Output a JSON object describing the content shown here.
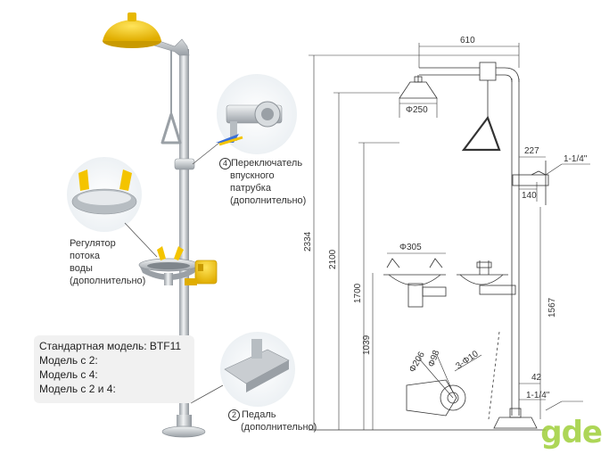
{
  "labels": {
    "switch_line1": "Переключатель",
    "switch_line2": "впускного",
    "switch_line3": "патрубка",
    "switch_line4": "(дополнительно)",
    "switch_num": "4",
    "regulator_line1": "Регулятор",
    "regulator_line2": "потока",
    "regulator_line3": "воды",
    "regulator_line4": "(дополнительно)",
    "pedal_line1": "Педаль",
    "pedal_line2": "(дополнительно)",
    "pedal_num": "2"
  },
  "models": {
    "line1": "Стандартная модель: BTF11",
    "line2": "Модель с 2:",
    "line3": "Модель с 4:",
    "line4": "Модель с 2 и 4:"
  },
  "dimensions": {
    "d610": "610",
    "d250": "Φ250",
    "d227": "227",
    "d140": "140",
    "thread_top": "1-1/4\"",
    "d2334": "2334",
    "d2100": "2100",
    "d1700": "1700",
    "d1039": "1039",
    "d1567": "1567",
    "d305": "Φ305",
    "d206": "Φ206",
    "d98": "Φ98",
    "holes": "3-Φ10",
    "d42": "42",
    "thread_bottom": "1-1/4\""
  },
  "watermark": "gde",
  "colors": {
    "yellow": "#f4c400",
    "steel": "#c9cdd1",
    "line": "#333333"
  }
}
